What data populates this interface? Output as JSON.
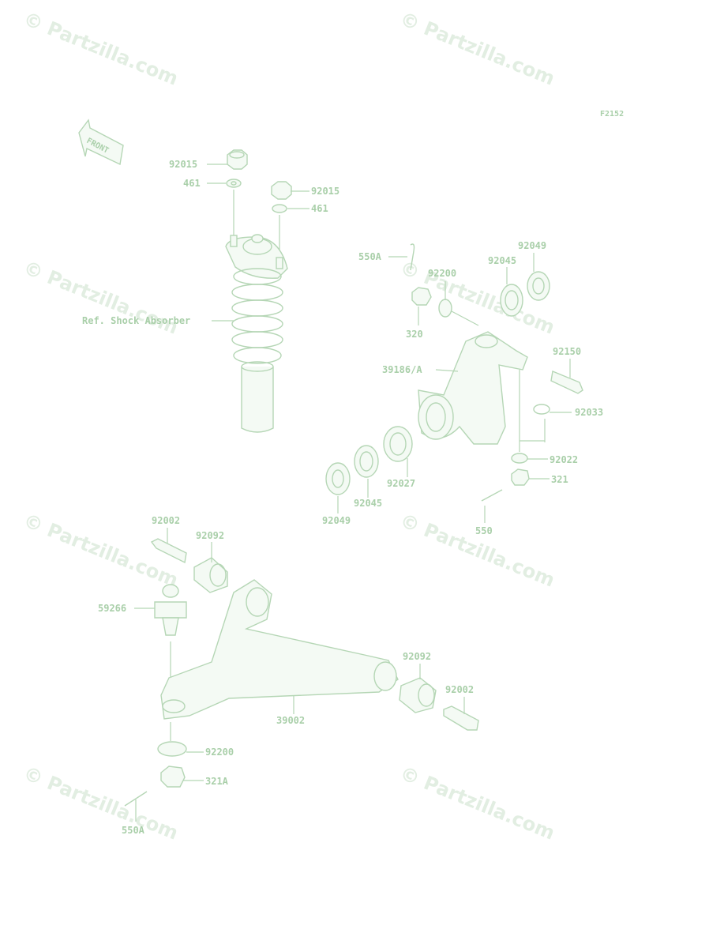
{
  "figure_code": "F2152",
  "front_label": "FRONT",
  "watermark_text": "© Partzilla.com",
  "ref_label": "Ref. Shock Absorber",
  "colors": {
    "line": "#b5d6b5",
    "text": "#a9cfa9",
    "watermark": "#e2eee2"
  },
  "parts": [
    "92015",
    "461",
    "92015",
    "461",
    "550A",
    "92200",
    "320",
    "92045",
    "92049",
    "92150",
    "39186/A",
    "92033",
    "92022",
    "321",
    "550",
    "92027",
    "92045",
    "92049",
    "92002",
    "92092",
    "59266",
    "92092",
    "92002",
    "39002",
    "92200",
    "321A",
    "550A"
  ]
}
